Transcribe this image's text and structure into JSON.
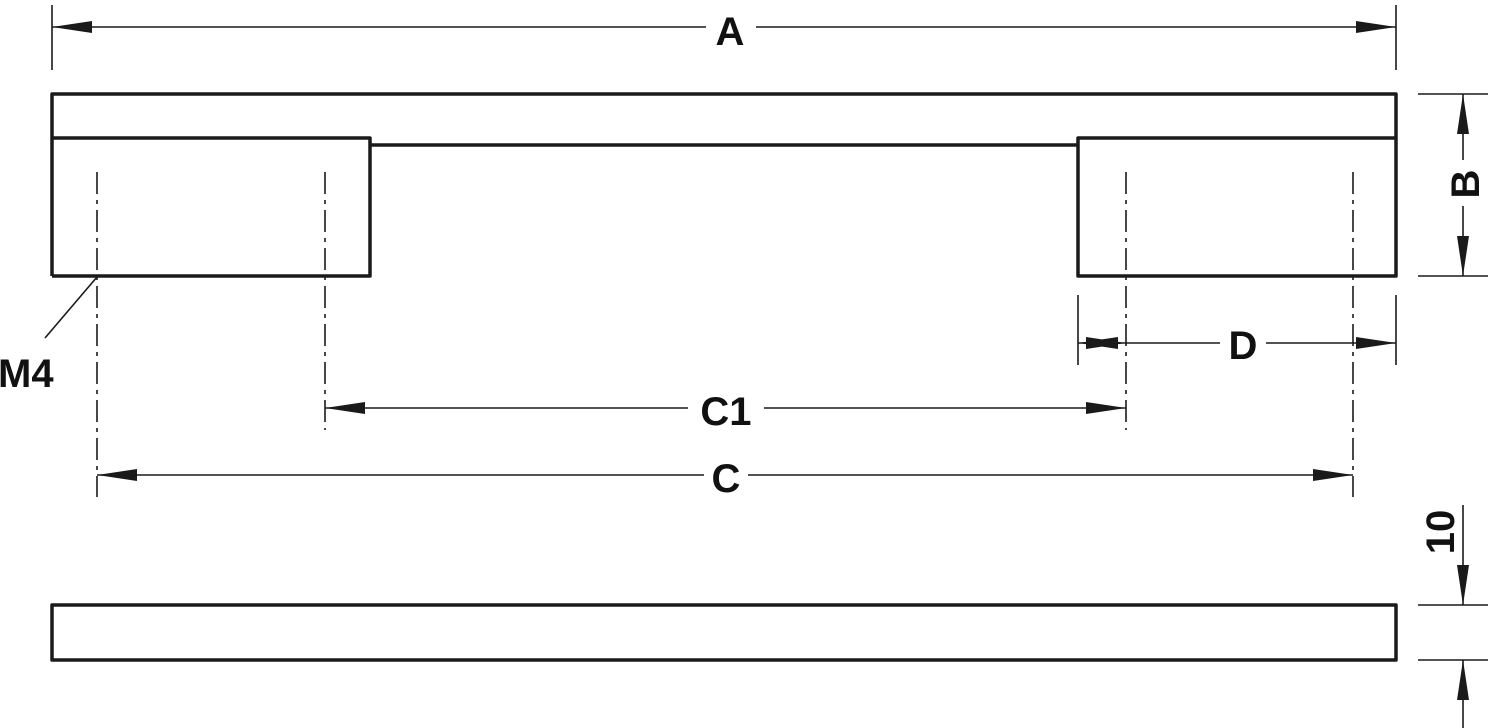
{
  "title": "Handle dimension drawing",
  "labels": {
    "a": "A",
    "b": "B",
    "c": "C",
    "c1": "C1",
    "d": "D",
    "thread": "M4",
    "thickness": "10"
  },
  "colors": {
    "line": "#1a1a1a",
    "background": "#ffffff"
  }
}
